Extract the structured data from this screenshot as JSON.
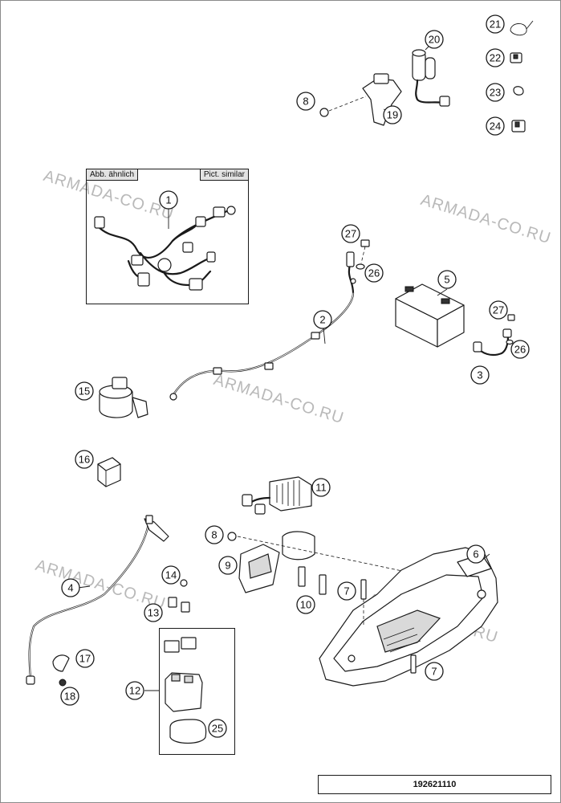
{
  "watermark": {
    "text": "ARMADA-CO.RU",
    "color": "#b9b9b9"
  },
  "inset_labels": {
    "left": "Abb. ähnlich",
    "right": "Pict. similar"
  },
  "drawing_id": "192621110",
  "callouts": [
    "1",
    "2",
    "3",
    "4",
    "5",
    "6",
    "7",
    "7",
    "8",
    "8",
    "9",
    "10",
    "11",
    "12",
    "13",
    "14",
    "15",
    "16",
    "17",
    "18",
    "19",
    "20",
    "21",
    "22",
    "23",
    "24",
    "25",
    "26",
    "26",
    "27",
    "27"
  ],
  "parts": [
    {
      "number": "1",
      "name": "main-wiring-harness"
    },
    {
      "number": "2",
      "name": "ground-cable"
    },
    {
      "number": "3",
      "name": "battery-terminal-cable"
    },
    {
      "number": "4",
      "name": "starter-motor-cable"
    },
    {
      "number": "5",
      "name": "battery"
    },
    {
      "number": "6",
      "name": "battery-holder"
    },
    {
      "number": "7",
      "name": "screw"
    },
    {
      "number": "8",
      "name": "nut"
    },
    {
      "number": "9",
      "name": "voltage-regulator-bracket"
    },
    {
      "number": "10",
      "name": "screw"
    },
    {
      "number": "11",
      "name": "voltage-regulator"
    },
    {
      "number": "12",
      "name": "starter-relay-kit"
    },
    {
      "number": "13",
      "name": "fuse"
    },
    {
      "number": "14",
      "name": "fuse-clip"
    },
    {
      "number": "15",
      "name": "ignition-coil"
    },
    {
      "number": "16",
      "name": "relay"
    },
    {
      "number": "17",
      "name": "protective-cap"
    },
    {
      "number": "18",
      "name": "nut"
    },
    {
      "number": "19",
      "name": "holder"
    },
    {
      "number": "20",
      "name": "socket"
    },
    {
      "number": "21",
      "name": "cable-tie"
    },
    {
      "number": "22",
      "name": "connector"
    },
    {
      "number": "23",
      "name": "clip"
    },
    {
      "number": "24",
      "name": "connector"
    },
    {
      "number": "25",
      "name": "cover"
    },
    {
      "number": "26",
      "name": "washer"
    },
    {
      "number": "27",
      "name": "screw"
    }
  ]
}
